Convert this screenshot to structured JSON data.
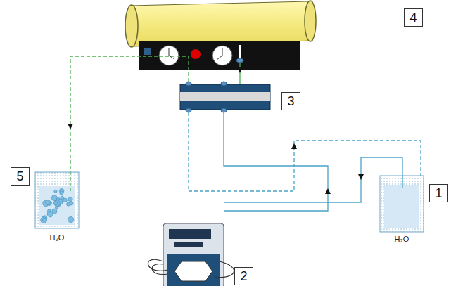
{
  "diagram": {
    "nodes": [
      {
        "text": [
          "4"
        ]
      },
      {
        "text": [
          "3"
        ]
      },
      {
        "text": [
          "5"
        ]
      },
      {
        "text": [
          "1"
        ]
      },
      {
        "text": [
          "2"
        ]
      }
    ],
    "labels": [
      "H₂O",
      "H₂O"
    ]
  }
}
